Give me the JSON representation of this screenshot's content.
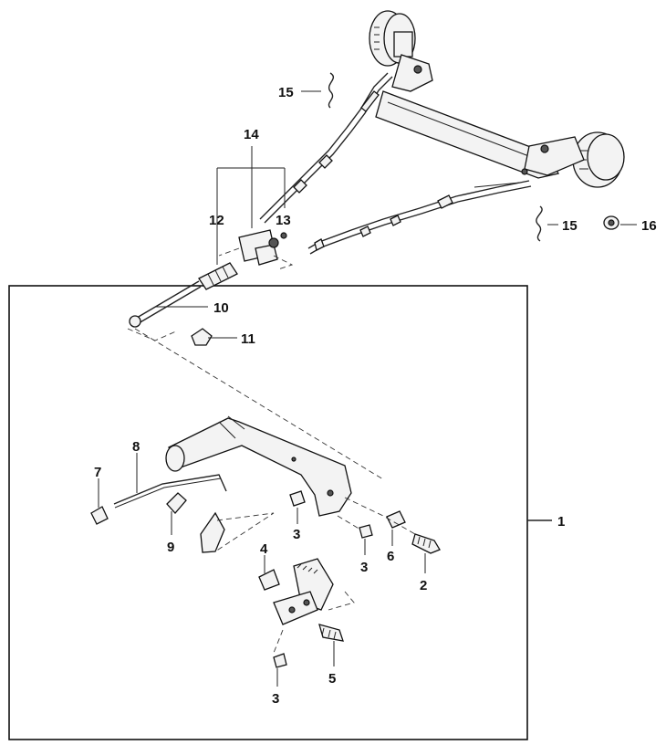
{
  "diagram": {
    "callouts": [
      {
        "id": "c15a",
        "text": "15"
      },
      {
        "id": "c14",
        "text": "14"
      },
      {
        "id": "c12",
        "text": "12"
      },
      {
        "id": "c13",
        "text": "13"
      },
      {
        "id": "c15b",
        "text": "15"
      },
      {
        "id": "c16",
        "text": "16"
      },
      {
        "id": "c10",
        "text": "10"
      },
      {
        "id": "c11",
        "text": "11"
      },
      {
        "id": "c1",
        "text": "1"
      },
      {
        "id": "c8",
        "text": "8"
      },
      {
        "id": "c7",
        "text": "7"
      },
      {
        "id": "c9",
        "text": "9"
      },
      {
        "id": "c3a",
        "text": "3"
      },
      {
        "id": "c3b",
        "text": "3"
      },
      {
        "id": "c6",
        "text": "6"
      },
      {
        "id": "c2",
        "text": "2"
      },
      {
        "id": "c4",
        "text": "4"
      },
      {
        "id": "c5",
        "text": "5"
      },
      {
        "id": "c3c",
        "text": "3"
      }
    ]
  }
}
